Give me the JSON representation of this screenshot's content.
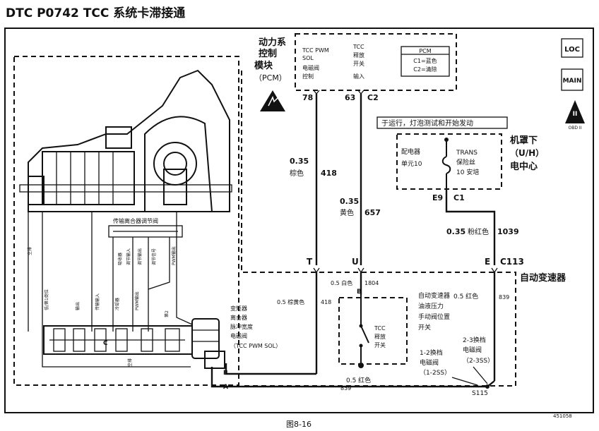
{
  "title": "DTC P0742 TCC 系统卡滞接通",
  "figure_caption": "图8-16",
  "figure_number": "451058",
  "badges": {
    "loc": "LOC",
    "main": "MAIN",
    "obd": "II",
    "obd_sub": "OBD II"
  },
  "pcm": {
    "name_lines": [
      "动力系",
      "控制",
      "模块"
    ],
    "abbr": "（PCM）",
    "col1_lines": [
      "TCC PWM",
      "SOL",
      "电磁阀",
      "控制"
    ],
    "col2_lines": [
      "TCC",
      "释放",
      "开关",
      "输入"
    ],
    "connector_title": "PCM",
    "connector_lines": [
      "C1=蓝色",
      "C2=清除"
    ],
    "pin_78": "78",
    "pin_63": "63",
    "pin_c2": "C2"
  },
  "power_note": "于运行，灯泡测试和开始发动",
  "fuse_block": {
    "left_lines": [
      "配电器",
      "单元10"
    ],
    "fuse_lines": [
      "TRANS",
      "保险丝",
      "10 安培"
    ],
    "right_lines": [
      "机罩下",
      "（U/H）",
      "电中心"
    ],
    "pin_e9": "E9",
    "pin_c1": "C1"
  },
  "wires": {
    "w418_gauge": "0.35",
    "w418_color": "棕色",
    "w418_circuit": "418",
    "w657_gauge": "0.35",
    "w657_color": "黄色",
    "w657_circuit": "657",
    "w1039_gauge": "0.35",
    "w1039_color": "粉红色",
    "w1039_circuit": "1039",
    "lower_418": "0.5 棕黄色",
    "lower_418_circuit": "418",
    "lower_1804": "0.5 白色",
    "lower_1804_circuit": "1804",
    "lower_839": "0.5 红色",
    "lower_839_circuit": "839",
    "bottom_839": "0.5 红色",
    "bottom_839_circuit": "839"
  },
  "trans_connector": {
    "pin_t": "T",
    "pin_u": "U",
    "pin_e": "E",
    "pin_c113": "C113",
    "label": "自动变速器"
  },
  "switch": {
    "pin_b": "B",
    "label_lines": [
      "TCC",
      "释放",
      "开关"
    ]
  },
  "pressure_switch_lines": [
    "自动变速器",
    "油液压力",
    "手动阀位置",
    "开关"
  ],
  "solenoid_label_lines": [
    "变矩器",
    "离合器",
    "脉冲宽度",
    "电磁阀",
    "（TCC PWM SOL）"
  ],
  "shift_12_lines": [
    "1-2换档",
    "电磁阀",
    "（1-2SS）"
  ],
  "shift_23_lines": [
    "2-3换档",
    "电磁阀",
    "（2-3SS）"
  ],
  "splice": "S115",
  "sol_pin_a": "A",
  "sol_pin_b": "B",
  "valve_labels": {
    "regulator": "传输离合器调节阀",
    "v1": "低/第1倒位",
    "v2": "输出",
    "v3": "传输输入",
    "v4": "冷却器",
    "v5": "调节输入",
    "v6": "PWM输出",
    "v7": "调节输出",
    "v8": "吸收器",
    "v9": "调节信号",
    "v10": "PWM输出",
    "v11": "第2",
    "v12": "空排",
    "v13": "空排",
    "v14": "C"
  }
}
